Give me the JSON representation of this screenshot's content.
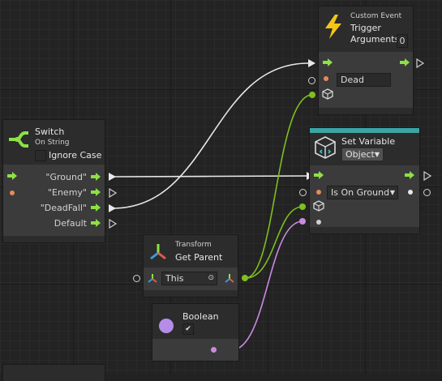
{
  "colors": {
    "flow": "#8ee046",
    "object": "#e8e8e8",
    "data_green": "#7fbf1f",
    "data_purple": "#c78be0",
    "string_orange": "#e88a5a",
    "set_var_bar": "#3aa5a5"
  },
  "custom_event": {
    "title_small": "Custom Event",
    "title": "Trigger",
    "args_label": "Arguments",
    "args_value": "0",
    "target_value": "Dead"
  },
  "switch": {
    "title": "Switch",
    "subtitle": "On String",
    "ignore_case_label": "Ignore Case",
    "options": [
      "\"Ground\"",
      "\"Enemy\"",
      "\"DeadFall\"",
      "Default"
    ]
  },
  "set_variable": {
    "title": "Set Variable",
    "kind": "Object",
    "variable_name": "Is On Ground"
  },
  "transform": {
    "title_small": "Transform",
    "title": "Get Parent",
    "target_value": "This"
  },
  "boolean": {
    "title": "Boolean",
    "checked": true,
    "check_glyph": "✔"
  }
}
